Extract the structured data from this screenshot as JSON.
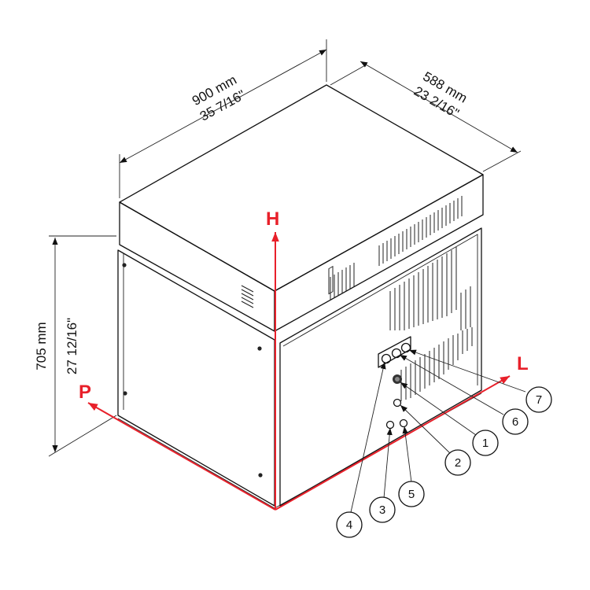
{
  "dimensions": {
    "width_mm": "900 mm",
    "width_in": "35 7/16\"",
    "depth_mm": "588 mm",
    "depth_in": "23 2/16\"",
    "height_mm": "705 mm",
    "height_in": "27 12/16\""
  },
  "axes": {
    "height": "H",
    "length": "L",
    "depth": "P",
    "color": "#e8202a"
  },
  "callouts": [
    "1",
    "2",
    "3",
    "4",
    "5",
    "6",
    "7"
  ]
}
